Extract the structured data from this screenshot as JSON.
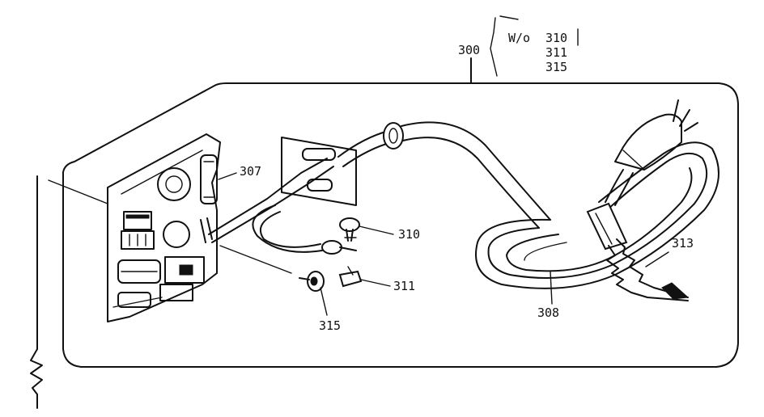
{
  "callouts": {
    "assembly": "300",
    "note_prefix": "W/o",
    "note_parts": [
      "310",
      "311",
      "315"
    ],
    "part_307": "307",
    "part_310": "310",
    "part_311": "311",
    "part_315": "315",
    "part_308": "308",
    "part_313": "313"
  }
}
